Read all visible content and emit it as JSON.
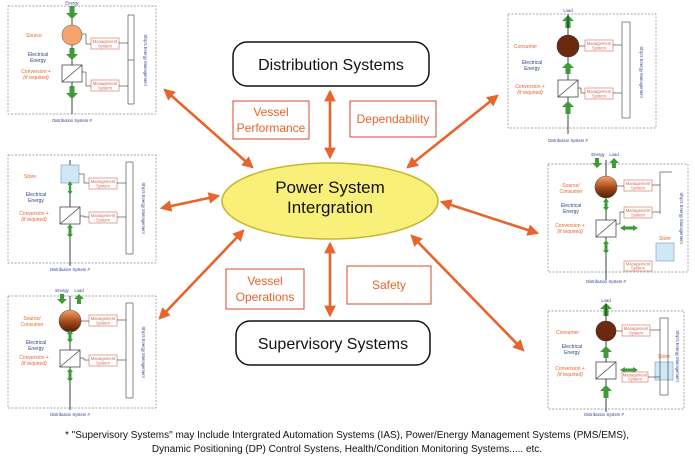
{
  "colors": {
    "arrow": "#e8642c",
    "ellipse_fill": "#f9f07a",
    "ellipse_stroke": "#c9b62c",
    "green": "#3f9a3a",
    "orange_text": "#e8642c",
    "blue_text": "#2f3f8f",
    "source_orange": "#f7a36c",
    "store_blue": "#cfe7f6",
    "mgmt_red": "#d46a55"
  },
  "center": {
    "line1": "Power System",
    "line2": "Intergration"
  },
  "top_box": "Distribution Systems",
  "bottom_box": "Supervisory Systems",
  "labels": {
    "vessel_performance": [
      "Vessel",
      "Performance"
    ],
    "dependability": "Dependability",
    "vessel_operations": [
      "Vessel",
      "Operations"
    ],
    "safety": "Safety"
  },
  "footnote": {
    "line1": "* \"Supervisory Systems\" may Include Intergrated Automation Systems (IAS), Power/Energy Management Systems (PMS/EMS),",
    "line2": "Dynamic Positioning (DP) Control Systens, Health/Condition Monitoring Systems..... etc."
  },
  "modules": {
    "common": {
      "mgmt": [
        "Management",
        "System"
      ],
      "side": "Ship's Energy Management",
      "dist": "Distribution System #",
      "electrical": [
        "Electrical",
        "Energy"
      ],
      "conversion": [
        "Conversion +",
        "(if required)"
      ]
    },
    "tl": {
      "top": "Energy",
      "role": "Source"
    },
    "ml": {
      "role": "Store"
    },
    "bl": {
      "energy": "Energy",
      "load": "Load",
      "role": [
        "Source/",
        "Consumer"
      ]
    },
    "tr": {
      "top": "Load",
      "role": "Consumer"
    },
    "mr": {
      "energy": "Energy",
      "load": "Load",
      "role": [
        "Source/",
        "Consumer"
      ],
      "store": "Store"
    },
    "br": {
      "top": "Load",
      "role": "Consumer",
      "store": "Store"
    }
  },
  "icons": [
    "double-arrow-icon"
  ]
}
